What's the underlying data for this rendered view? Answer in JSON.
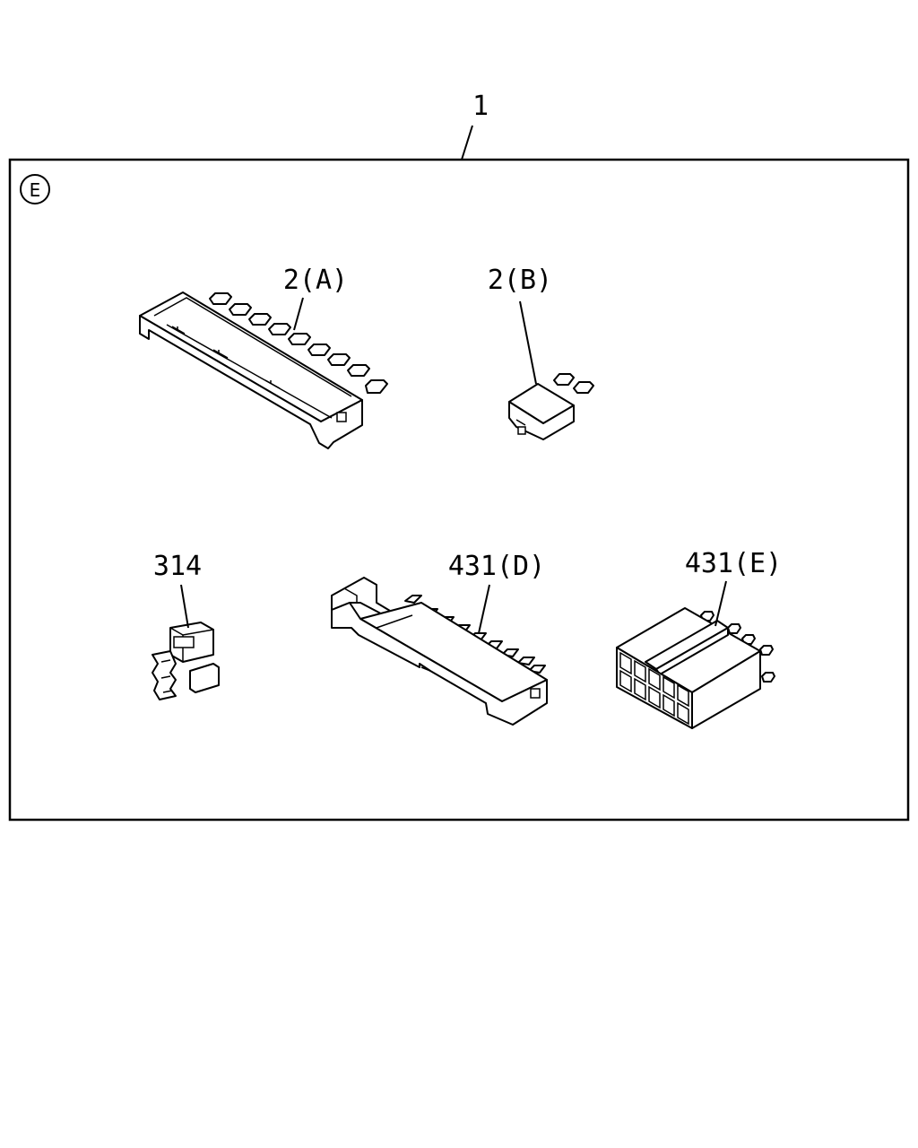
{
  "assembly_callout": "1",
  "section_marker": "E",
  "parts": [
    {
      "id": "connector-2a",
      "label": "2(A)"
    },
    {
      "id": "connector-2b",
      "label": "2(B)"
    },
    {
      "id": "connector-314",
      "label": "314"
    },
    {
      "id": "connector-431d",
      "label": "431(D)"
    },
    {
      "id": "connector-431e",
      "label": "431(E)"
    }
  ]
}
